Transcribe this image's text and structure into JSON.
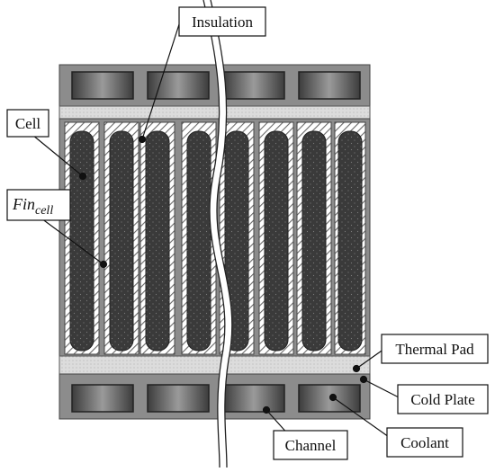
{
  "diagram": {
    "labels": {
      "insulation": "Insulation",
      "cell": "Cell",
      "fin_base": "Fin",
      "fin_subscript": "cell",
      "thermal_pad": "Thermal Pad",
      "cold_plate": "Cold Plate",
      "channel": "Channel",
      "coolant": "Coolant"
    },
    "counts": {
      "top_channels": 4,
      "bottom_channels": 4,
      "cells": 8
    },
    "colors": {
      "housing": "#8c8c8c",
      "cell_fill": "#333333",
      "channel_fill": "#5a5a5a",
      "pad_fill": "#d8d8d8",
      "background": "#ffffff"
    }
  }
}
